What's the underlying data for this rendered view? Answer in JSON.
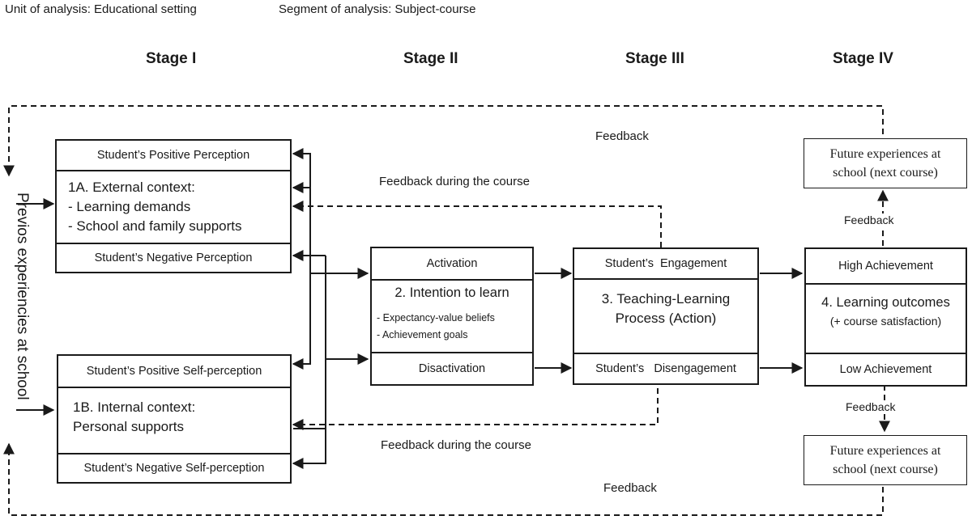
{
  "header": {
    "unit": "Unit of analysis: Educational setting",
    "segment": "Segment of analysis: Subject-course"
  },
  "stages": [
    "Stage I",
    "Stage II",
    "Stage III",
    "Stage IV"
  ],
  "side_label": "Previos experiencies at school",
  "box_1a": {
    "top": "Student’s  Positive Perception",
    "line1": "1A. External context:",
    "line2": "- Learning demands",
    "line3": "- School and family supports",
    "bottom": "Student’s Negative Perception"
  },
  "box_1b": {
    "top": "Student’s Positive Self-perception",
    "line1": "1B. Internal context:",
    "line2": "Personal supports",
    "bottom": "Student’s Negative Self-perception"
  },
  "box_2": {
    "top": "Activation",
    "title": "2. Intention to learn",
    "bullet1": "- Expectancy-value beliefs",
    "bullet2": "- Achievement goals",
    "bottom": "Disactivation"
  },
  "box_3": {
    "top": "Student’s  Engagement",
    "line1": "3. Teaching-Learning",
    "line2": "Process (Action)",
    "bottom": "Student’s   Disengagement"
  },
  "box_4": {
    "top": "High Achievement",
    "line1": "4. Learning outcomes",
    "line2": "(+ course satisfaction)",
    "bottom": "Low Achievement"
  },
  "future_top": {
    "line1": "Future experiences at",
    "line2": "school (next course)"
  },
  "future_bottom": {
    "line1": "Future experiences at",
    "line2": "school (next course)"
  },
  "labels": {
    "feedback_top": "Feedback",
    "feedback_course_top": "Feedback during the course",
    "feedback_right_top": "Feedback",
    "feedback_right_bottom": "Feedback",
    "feedback_course_bottom": "Feedback during the course",
    "feedback_bottom": "Feedback"
  }
}
